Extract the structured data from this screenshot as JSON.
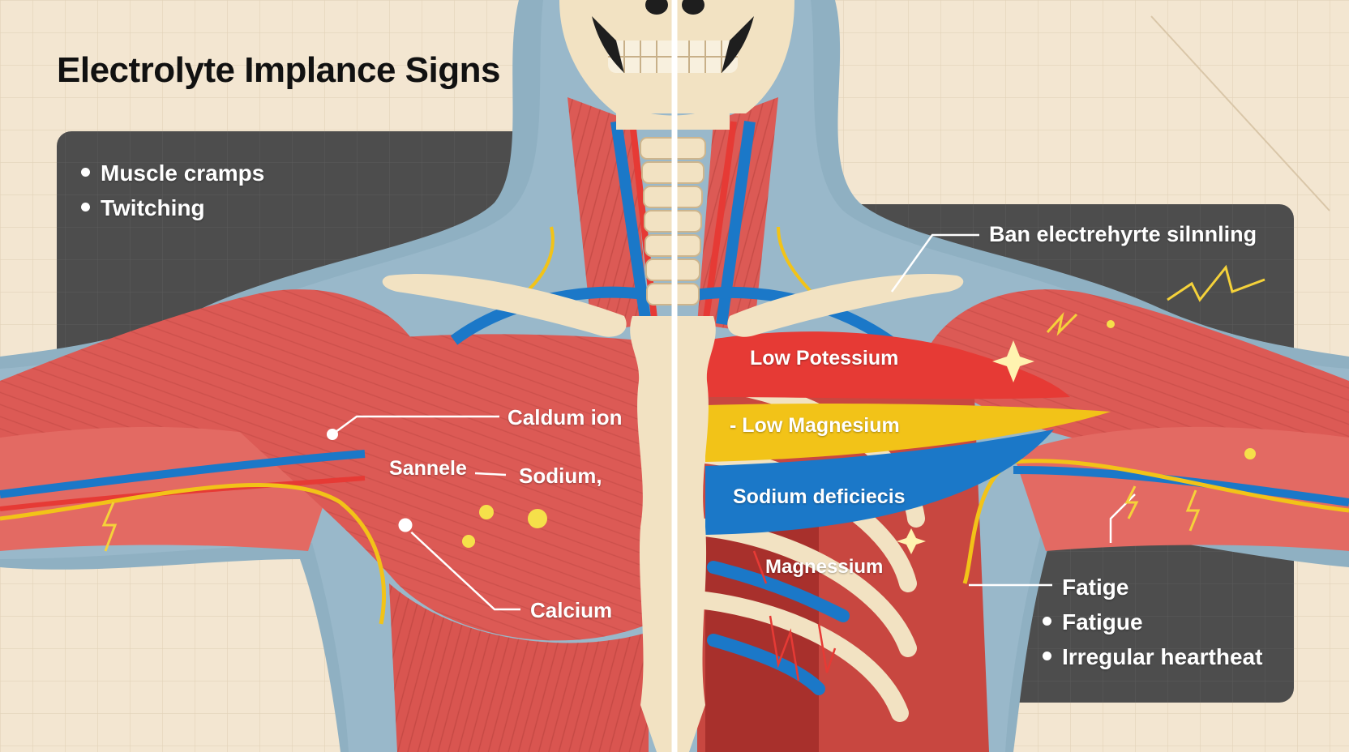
{
  "title": "Electrolyte Implance Signs",
  "left_panel": {
    "bullets": [
      "Muscle cramps",
      "Twitching"
    ]
  },
  "right_panel": {
    "heading": "Ban electrehyrte silnnling",
    "fatigue_label": "Fatige",
    "bullets": [
      "Fatigue",
      "Irregular heartheat"
    ]
  },
  "left_labels": {
    "calcium_ion": "Caldum ion",
    "sannele": "Sannele",
    "sodium": "Sodium,",
    "calcium": "Calcium"
  },
  "bands": {
    "low_potassium": "Low Potessium",
    "low_magnesium": "- Low Magnesium",
    "sodium_deficiency": "Sodium deficiecis",
    "magnesium": "Magnessium"
  },
  "colors": {
    "background": "#f3e6d1",
    "panel": "#4d4d4d",
    "silhouette": "#8fb0c2",
    "muscle": "#dc5a55",
    "bone": "#f2e2c2",
    "vein_blue": "#1b78c8",
    "artery_red": "#e63a35",
    "nerve_yellow": "#f2c318"
  }
}
